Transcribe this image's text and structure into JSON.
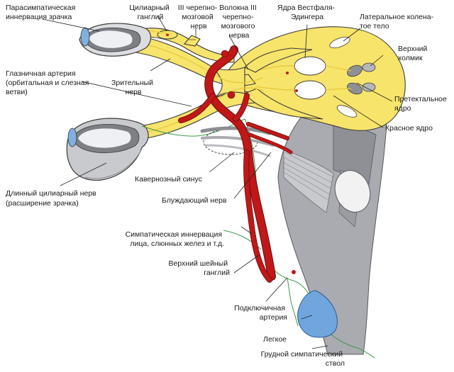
{
  "labels": {
    "parasympathetic": [
      "Парасимпатическая",
      "иннервация зрачка"
    ],
    "ciliary_ganglion": [
      "Цилиарный",
      "ганглий"
    ],
    "cn3": [
      "III черепно-",
      "мозговой",
      "нерв"
    ],
    "cn3_fibers": [
      "Волокна III",
      "черепно-",
      "мозгового",
      "нерва"
    ],
    "westphal": [
      "Ядра Вестфаля-",
      "Эдингера"
    ],
    "lgn": [
      "Латеральное колена-",
      "тое тело"
    ],
    "sup_colliculus": [
      "Верхний",
      "холмик"
    ],
    "ophthalmic_artery": [
      "Глазничная артерия",
      "(орбитальная и слезная",
      "ветви)"
    ],
    "optic_nerve": [
      "Зрительный",
      "нерв"
    ],
    "pretectal": [
      "Претектальное",
      "ядро"
    ],
    "red_nucleus": [
      "Красное ядро"
    ],
    "cavernous_sinus": [
      "Кавернозный синус"
    ],
    "vagus": [
      "Блуждающий нерв"
    ],
    "long_ciliary": [
      "Длинный цилиарный нерв",
      "(расширение зрачка)"
    ],
    "sympathetic_face": [
      "Симпатическая  иннервация",
      "лица, слюнных желез и т.д."
    ],
    "sup_cervical": [
      "Верхний шейный",
      "ганглий"
    ],
    "subclavian": [
      "Подключичная",
      "артерия"
    ],
    "lung": [
      "Легкое"
    ],
    "thoracic_trunk": [
      "Грудной симпатический",
      "ствол"
    ]
  },
  "colors": {
    "nerve_yellow": "#f7e46a",
    "nerve_thin": "#e8c93a",
    "artery_red": "#c01818",
    "brainstem_gray": "#a9abb0",
    "lung_blue": "#6fa6de",
    "symp_green": "#3c9c46",
    "eye_white": "#e9eaee",
    "eye_gray": "#7d7f85"
  }
}
